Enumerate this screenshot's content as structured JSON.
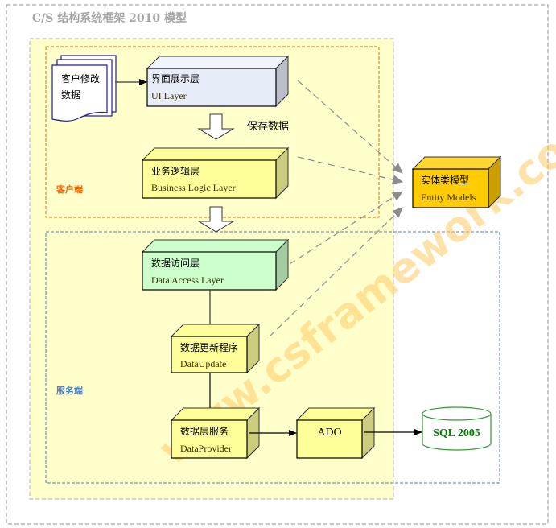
{
  "title": "C/S 结构系统框架 2010 模型",
  "watermark": "www.csframework.com",
  "regions": {
    "client": "客户端",
    "server": "服务端"
  },
  "document": {
    "line1": "客户修改",
    "line2": "数据"
  },
  "save_label": "保存数据",
  "layers": {
    "ui": {
      "cn": "界面展示层",
      "en": "UI Layer"
    },
    "bll": {
      "cn": "业务逻辑层",
      "en": "Business Logic Layer"
    },
    "dal": {
      "cn": "数据访问层",
      "en": "Data Access Layer"
    },
    "update": {
      "cn": "数据更新程序",
      "en": "DataUpdate"
    },
    "provider": {
      "cn": "数据层服务",
      "en": "DataProvider"
    },
    "ado": {
      "label": "ADO"
    },
    "entity": {
      "cn": "实体类模型",
      "en": "Entity Models"
    }
  },
  "database": {
    "label": "SQL 2005"
  },
  "colors": {
    "ui_front": "#e6ecf8",
    "bll_front": "#ffff99",
    "dal_front": "#ccffcc",
    "entity_front": "#ffcc00",
    "client_border": "#e36c0a",
    "server_border": "#4f81bd",
    "container_fill": "#ffffcc",
    "db_stroke": "#339933"
  }
}
